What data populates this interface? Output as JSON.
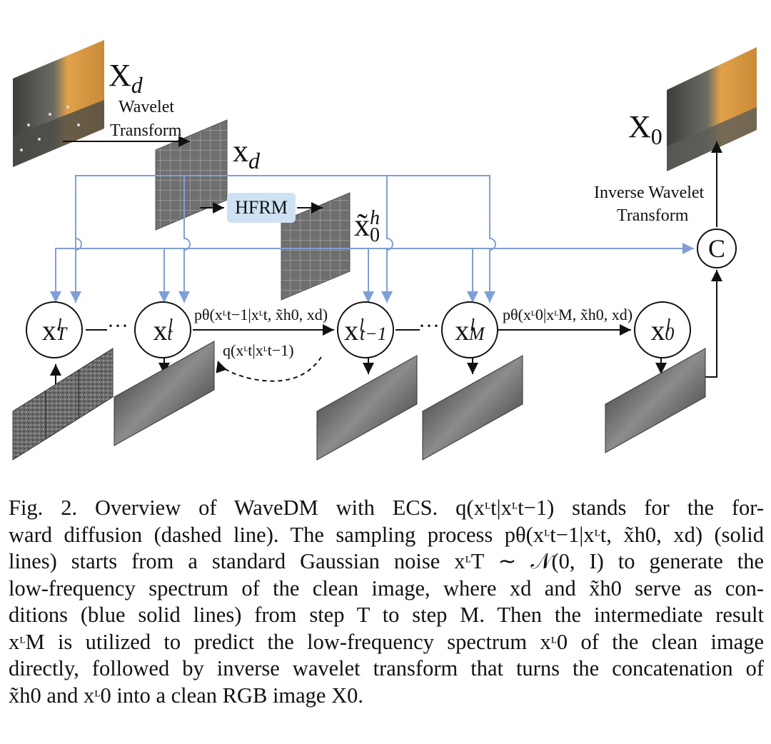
{
  "figure": {
    "labels": {
      "x_d_image": "X",
      "x_d_image_sub": "d",
      "wavelet_transform": [
        "Wavelet",
        "Transform"
      ],
      "x_d_wavelet": "x",
      "x_d_wavelet_sub": "d",
      "hfrm": "HFRM",
      "x0h_tilde": "x̃",
      "x0h_sup": "h",
      "x0h_sub": "0",
      "x0_output": "X",
      "x0_output_sub": "0",
      "inverse_wavelet_transform": [
        "Inverse Wavelet",
        "Transform"
      ],
      "concat": "C"
    },
    "nodes": [
      {
        "base": "x",
        "sup": "l",
        "sub": "T"
      },
      {
        "base": "x",
        "sup": "l",
        "sub": "t"
      },
      {
        "base": "x",
        "sup": "l",
        "sub": "t−1"
      },
      {
        "base": "x",
        "sup": "l",
        "sub": "M"
      },
      {
        "base": "x",
        "sup": "l",
        "sub": "0"
      }
    ],
    "equations": {
      "p_step": "pθ(xᶫt−1|xᶫt, x̃h0, xd)",
      "q_step": "q(xᶫt|xᶫt−1)",
      "p_final": "pθ(xᶫ0|xᶫM, x̃h0, xd)"
    },
    "dots": "···",
    "colors": {
      "blue_line": "#7f9fd6",
      "hfrm_fill": "#cfe2f3",
      "black": "#111111"
    }
  },
  "caption": {
    "lines": [
      "Fig. 2.    Overview of WaveDM with ECS. q(xᶫt|xᶫt−1) stands for the for-",
      "ward diffusion (dashed line). The sampling process pθ(xᶫt−1|xᶫt, x̃h0, xd) (solid",
      "lines) starts from a standard Gaussian noise xᶫT ∼ 𝒩(0, I) to generate the",
      "low-frequency spectrum of the clean image, where xd and x̃h0 serve as con-",
      "ditions (blue solid lines) from step T to step M. Then the intermediate result",
      "xᶫM is utilized to predict the low-frequency spectrum xᶫ0 of the clean image",
      "directly, followed by inverse wavelet transform that turns the concatenation of",
      "x̃h0 and xᶫ0 into a clean RGB image X0."
    ]
  }
}
